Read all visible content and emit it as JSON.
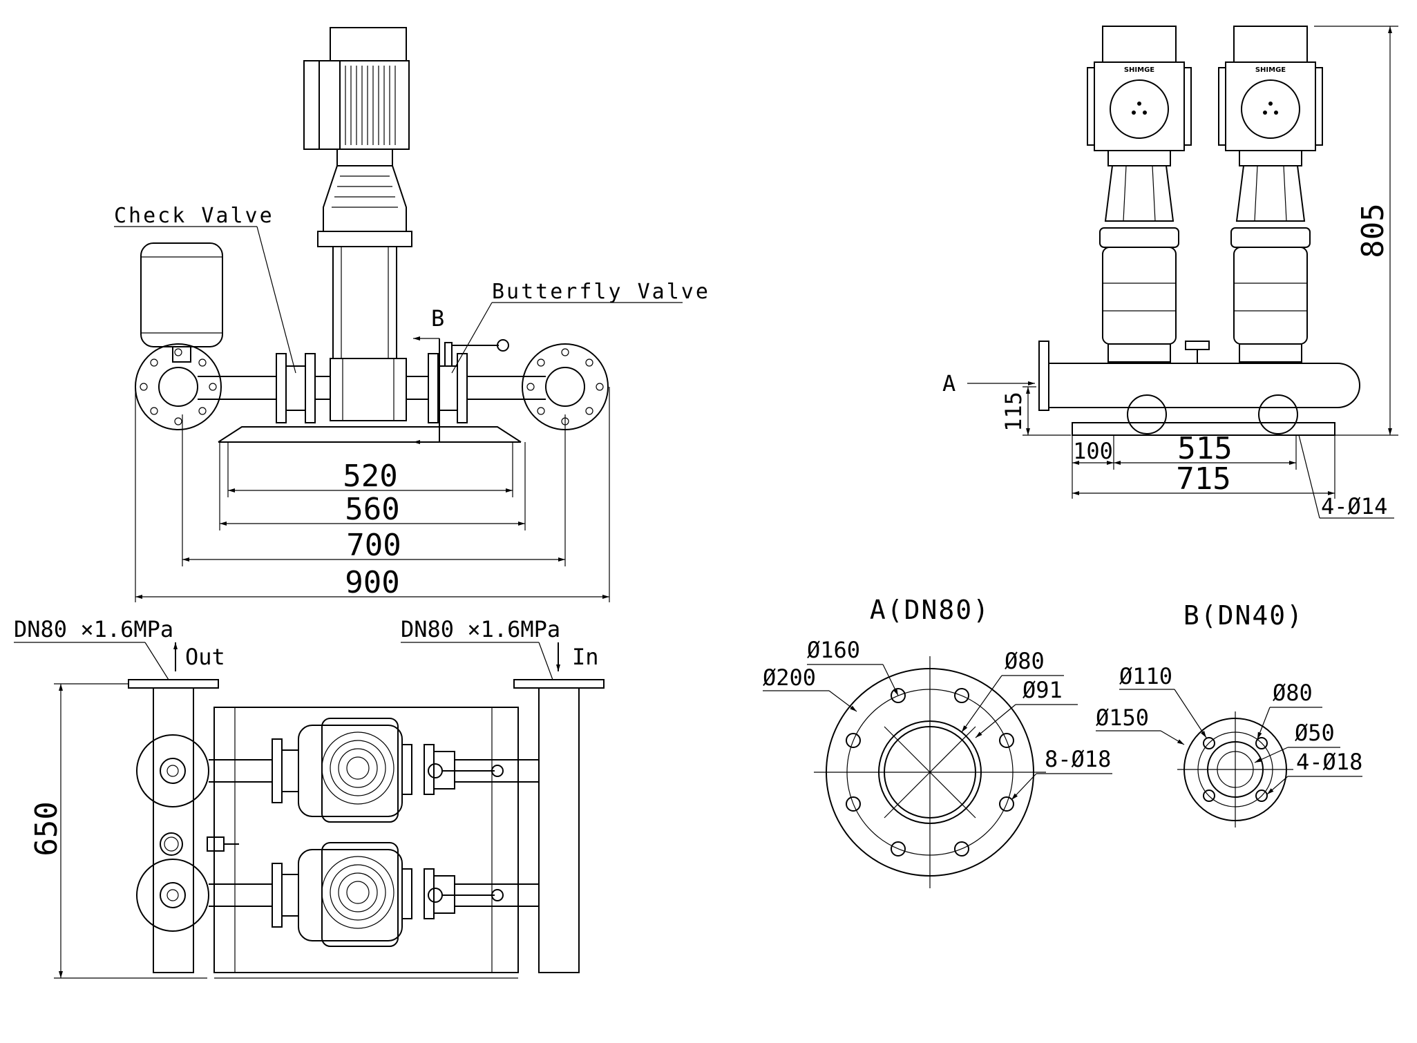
{
  "front_view": {
    "check_valve_label": "Check Valve",
    "butterfly_valve_label": "Butterfly Valve",
    "section_mark": "B",
    "dim_520": "520",
    "dim_560": "560",
    "dim_700": "700",
    "dim_900": "900"
  },
  "side_view": {
    "brand_left": "SHIMGE",
    "brand_right": "SHIMGE",
    "dim_805": "805",
    "section_mark": "A",
    "dim_115": "115",
    "dim_100": "100",
    "dim_515": "515",
    "dim_715": "715",
    "bolt_holes": "4-Ø14"
  },
  "plan_view": {
    "outlet_spec": "DN80 ×1.6MPa",
    "outlet_label": "Out",
    "inlet_spec": "DN80 ×1.6MPa",
    "inlet_label": "In",
    "dim_650": "650"
  },
  "flange_a": {
    "title": "A(DN80)",
    "d160": "Ø160",
    "d200": "Ø200",
    "d80": "Ø80",
    "d91": "Ø91",
    "holes": "8-Ø18"
  },
  "flange_b": {
    "title": "B(DN40)",
    "d110": "Ø110",
    "d150": "Ø150",
    "d80": "Ø80",
    "d50": "Ø50",
    "holes": "4-Ø18"
  }
}
